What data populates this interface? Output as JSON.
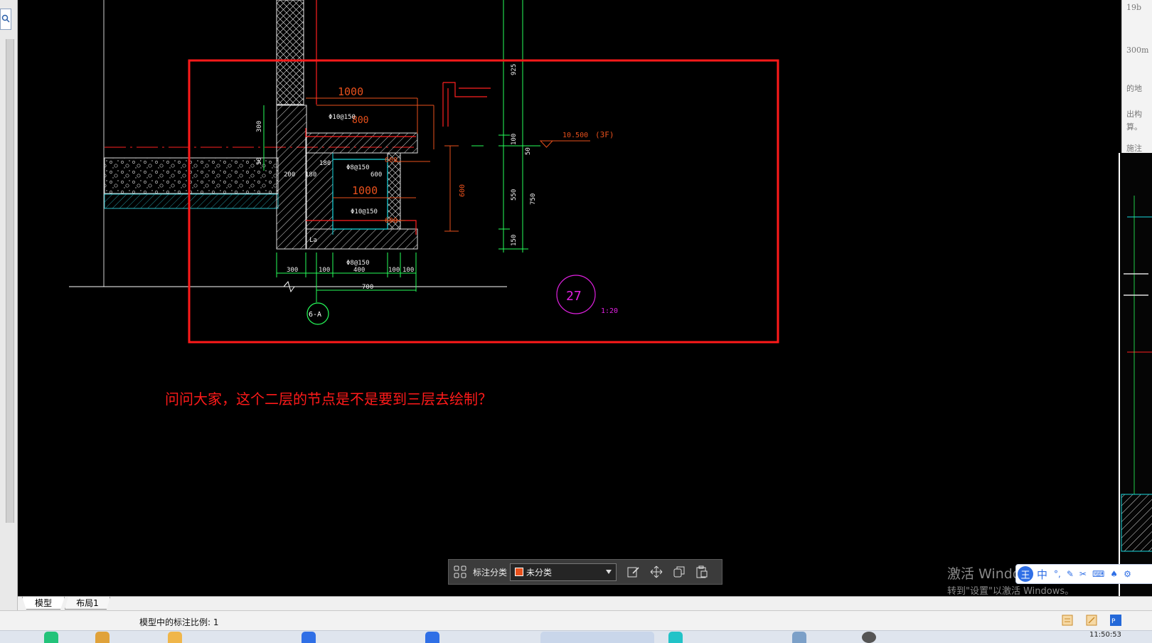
{
  "canvas": {
    "question": "问问大家，这个二层的节点是不是要到三层去绘制？",
    "dims": {
      "d1000_top": "1000",
      "d800": "800",
      "d1000_mid": "1000",
      "d600_a": "600",
      "d600_b": "600",
      "d600_c": "600",
      "d300_v": "300",
      "d50_v": "50",
      "d600_v": "600",
      "d925": "925",
      "d100": "100",
      "d50": "50",
      "d550": "550",
      "d750": "750",
      "d150": "150",
      "d200": "200",
      "d180_a": "180",
      "d180_b": "180",
      "b300": "300",
      "b100": "100",
      "b400": "400",
      "b100b": "100",
      "b100c": "100",
      "b700": "700"
    },
    "rebar": {
      "r1": "Φ10@150",
      "r2": "Φ8@150",
      "r3": "Φ10@150",
      "r4": "Φ8@150"
    },
    "la_label": "La",
    "elevation": "10.500",
    "floor": "(3F)",
    "detail_no": "27",
    "detail_scale": "1:20",
    "axis_label": "6-A"
  },
  "toolbar": {
    "category_label": "标注分类",
    "category_value": "未分类"
  },
  "tabs": {
    "model": "模型",
    "layout1": "布局1"
  },
  "status": {
    "scale_text": "模型中的标注比例: 1"
  },
  "watermark": {
    "line1": "激活 Windows",
    "line2": "转到\"设置\"以激活 Windows。"
  },
  "ime": {
    "logo": "王",
    "lang": "中"
  },
  "clock": "11:50:53",
  "right_doc": {
    "l1": "19b",
    "l2": "300m",
    "l3": "的地",
    "l4": "出构",
    "l5": "算。",
    "l6": "施注"
  },
  "colors": {
    "accent_red": "#ff1a1a",
    "accent_orange": "#e8501c",
    "dim_green": "#26ff5a",
    "magenta": "#e020e0",
    "cyan": "#19d9e0"
  }
}
